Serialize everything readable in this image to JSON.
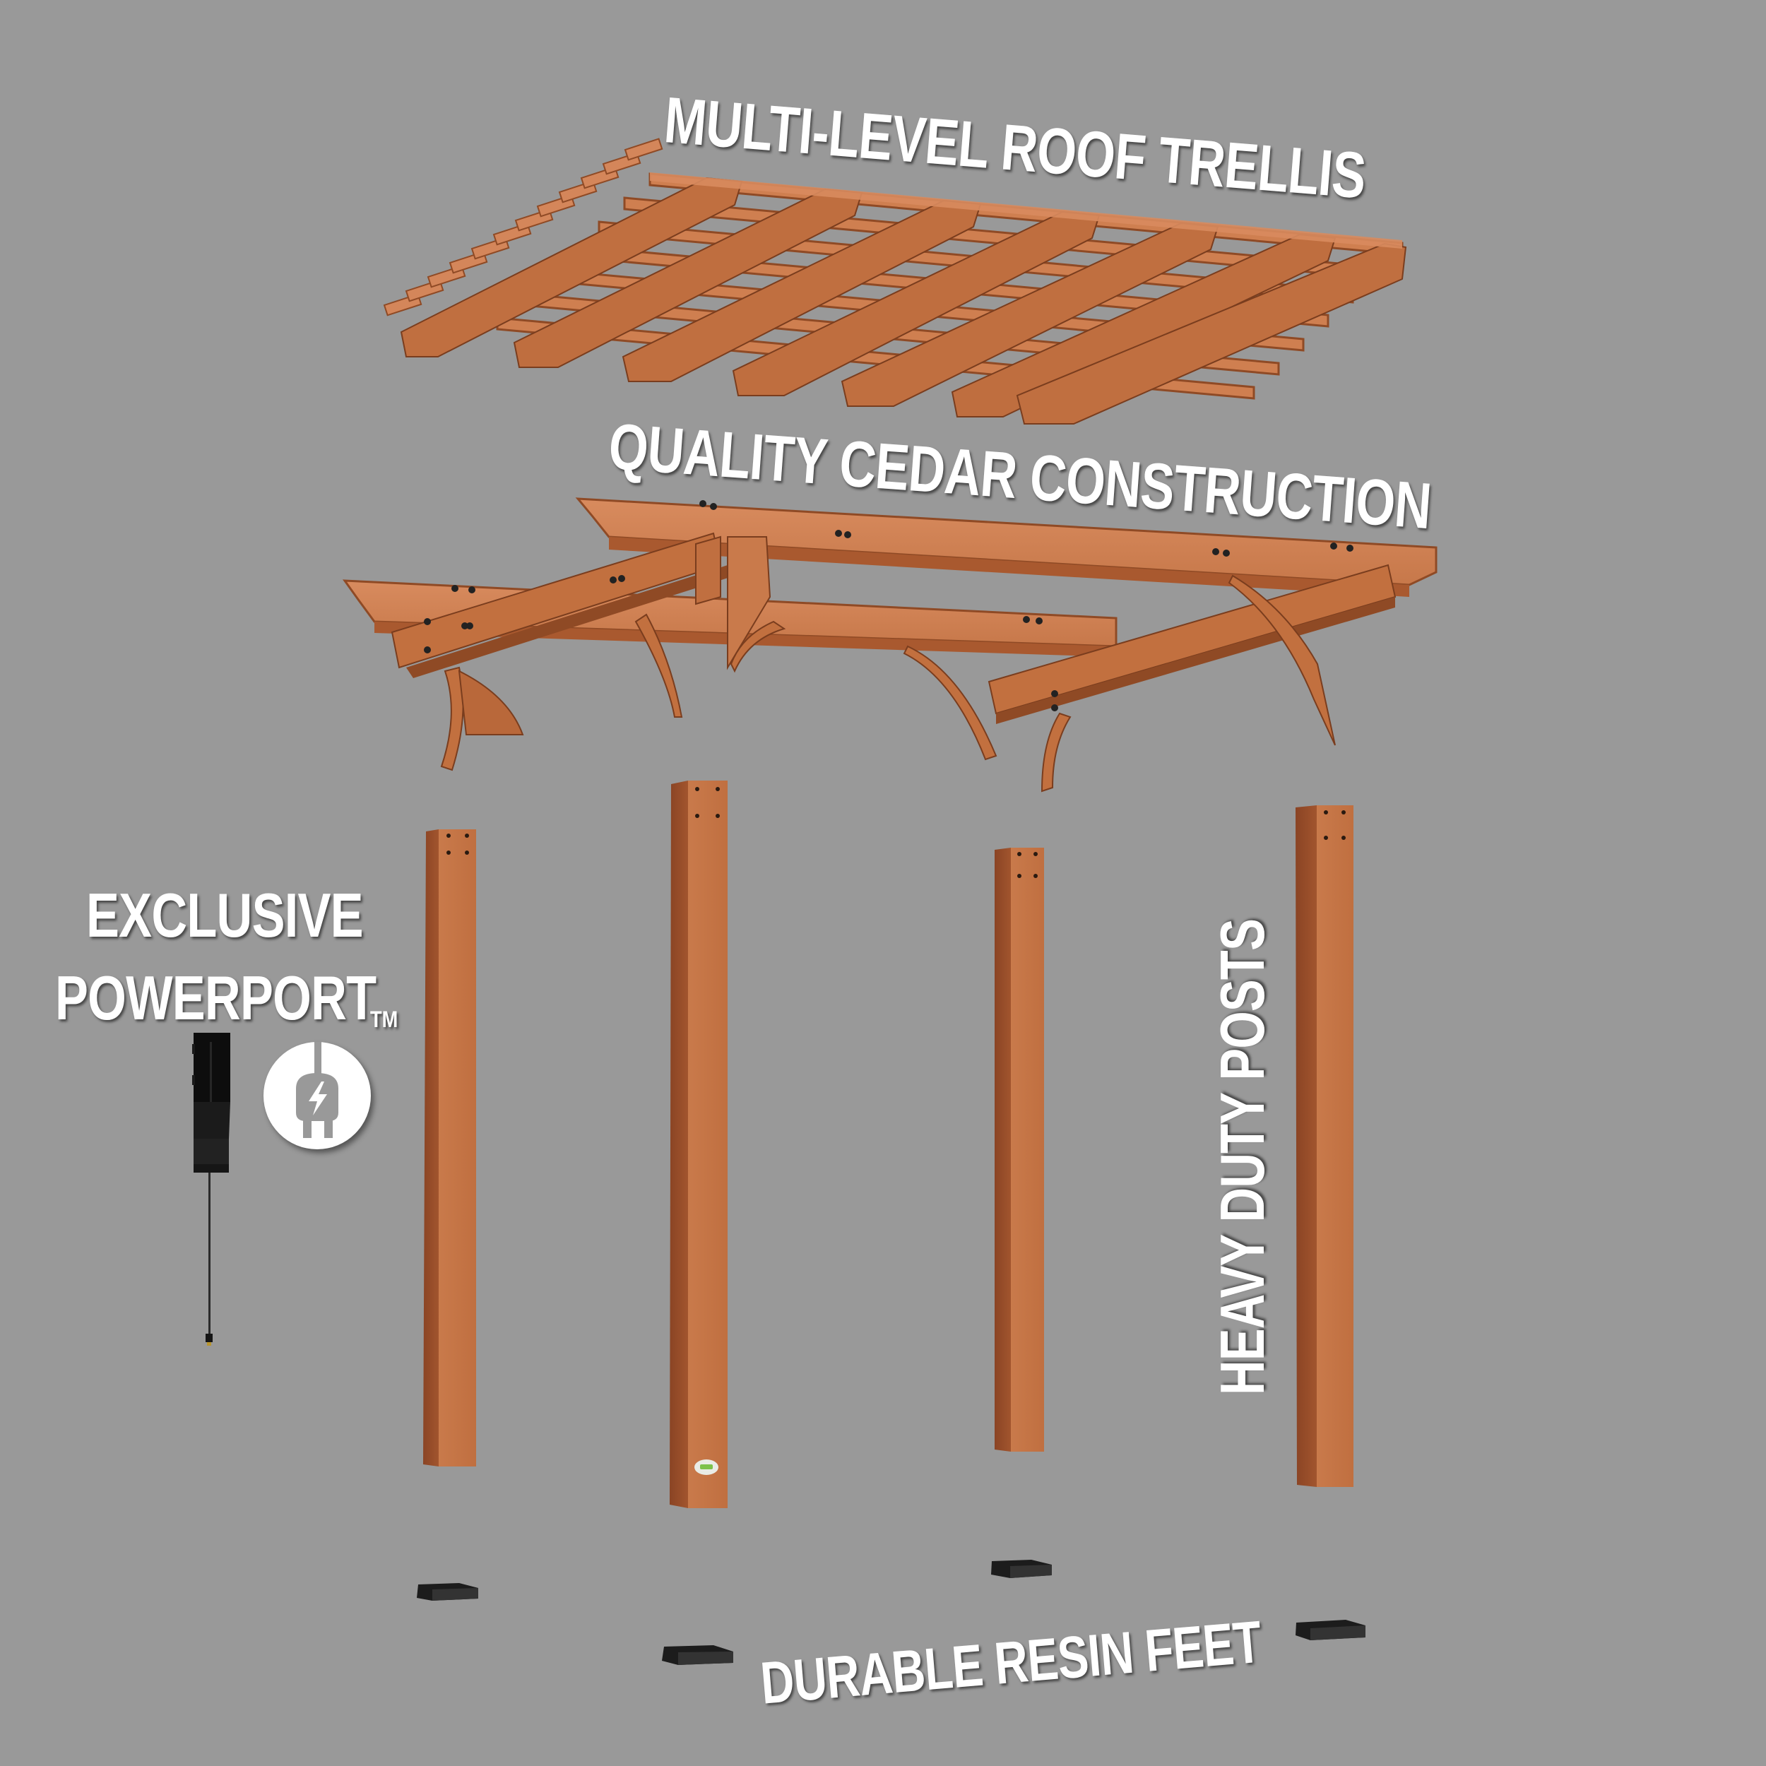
{
  "callouts": {
    "trellis": "MULTI-LEVEL ROOF TRELLIS",
    "cedar": "QUALITY CEDAR CONSTRUCTION",
    "posts": "HEAVY DUTY POSTS",
    "feet": "DURABLE RESIN FEET",
    "powerport_line1": "EXCLUSIVE",
    "powerport_line2": "POWERPORT",
    "powerport_tm": "TM"
  },
  "product": {
    "parts": [
      {
        "name": "roof-trellis",
        "label_ref": "trellis"
      },
      {
        "name": "cedar-frame",
        "label_ref": "cedar"
      },
      {
        "name": "posts",
        "count": 4,
        "label_ref": "posts"
      },
      {
        "name": "resin-feet",
        "count": 4,
        "label_ref": "feet"
      },
      {
        "name": "powerport-outlet",
        "label_ref": "powerport_line2"
      }
    ],
    "icons": [
      "plug-lightning-icon"
    ]
  },
  "colors": {
    "background": "#999999",
    "cedar_light": "#d4865a",
    "cedar_mid": "#c2703f",
    "cedar_dark": "#8f4a25",
    "resin_black": "#1e1e1e",
    "text": "#ffffff",
    "badge_green": "#7dc24b"
  }
}
